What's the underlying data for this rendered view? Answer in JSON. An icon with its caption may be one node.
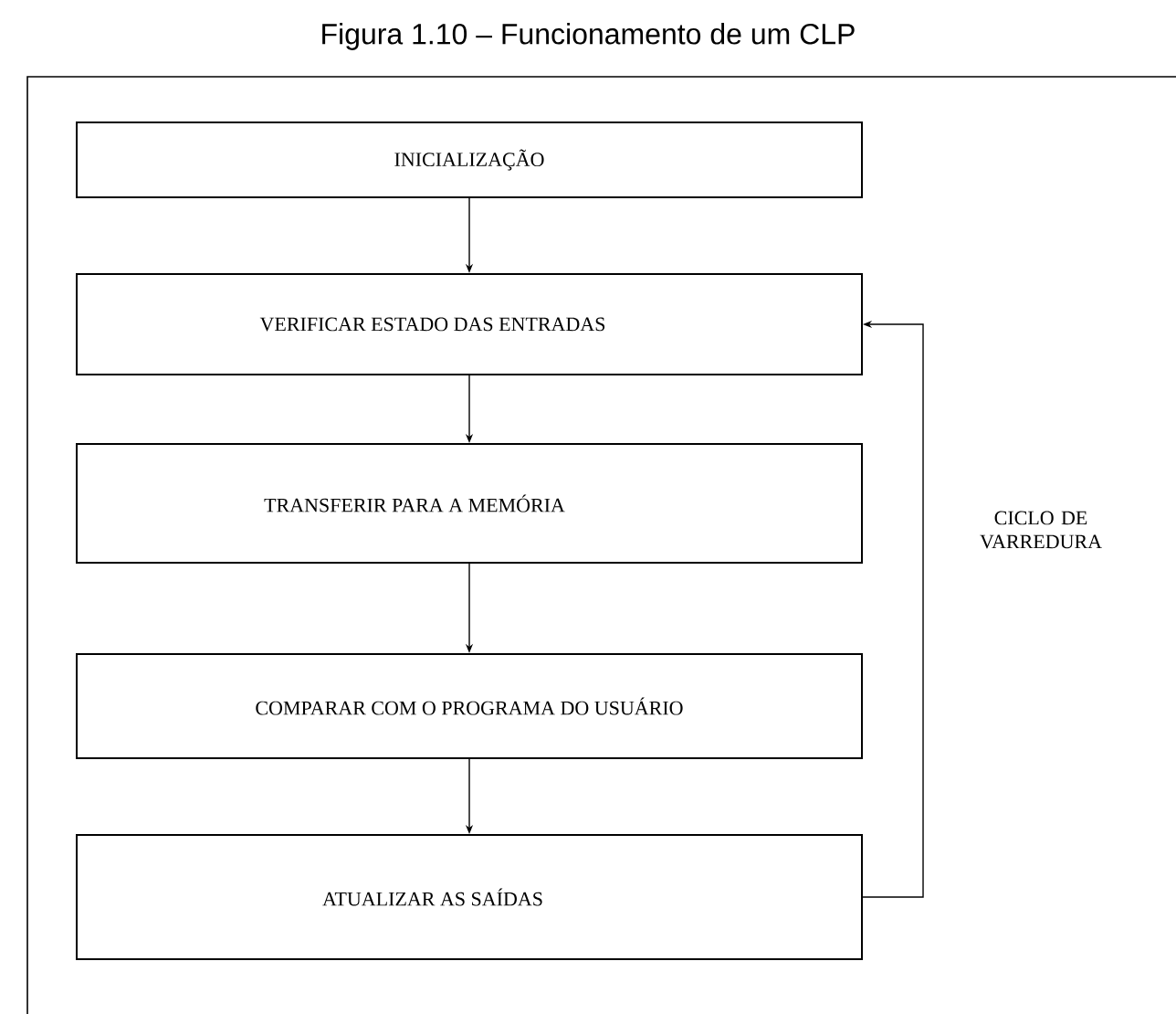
{
  "diagram": {
    "title": "Figura 1.10 – Funcionamento de um CLP",
    "nodes": [
      {
        "text": [
          "INICIALIZAÇÃO"
        ]
      },
      {
        "text": [
          "VERIFICAR ESTADO DAS ENTRADAS"
        ]
      },
      {
        "text": [
          "TRANSFERIR PARA A MEMÓRIA"
        ]
      },
      {
        "text": [
          "COMPARAR COM O PROGRAMA DO USUÁRIO"
        ]
      },
      {
        "text": [
          "ATUALIZAR AS SAÍDAS"
        ]
      }
    ],
    "edges": [
      {
        "from": 0,
        "to": 1,
        "arrow": "to"
      },
      {
        "from": 1,
        "to": 2,
        "arrow": "to"
      },
      {
        "from": 2,
        "to": 3,
        "arrow": "to"
      },
      {
        "from": 3,
        "to": 4,
        "arrow": "to"
      },
      {
        "from": 4,
        "to": 1,
        "arrow": "to"
      }
    ],
    "labels": [
      "CICLO DE VARREDURA"
    ]
  }
}
